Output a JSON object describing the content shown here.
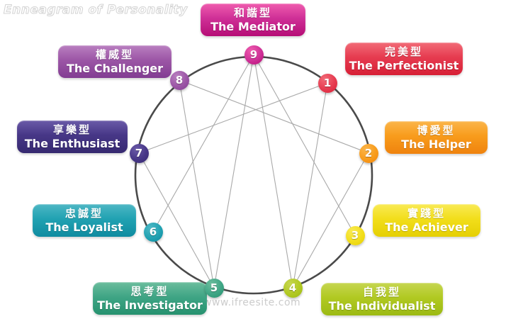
{
  "title": "Enneagram of Personality",
  "watermark": "www.ifreesite.com",
  "diagram": {
    "circle_color": "#4a4a4a",
    "chord_color": "#a9a9a9",
    "connections": [
      [
        "9",
        "3"
      ],
      [
        "9",
        "6"
      ],
      [
        "9",
        "4"
      ],
      [
        "9",
        "5"
      ],
      [
        "1",
        "7"
      ],
      [
        "1",
        "4"
      ],
      [
        "2",
        "8"
      ],
      [
        "2",
        "4"
      ],
      [
        "5",
        "7"
      ],
      [
        "5",
        "8"
      ]
    ]
  },
  "types": {
    "9": {
      "number": "9",
      "zh": "和諧型",
      "en": "The Mediator",
      "color_light": "#ef5bae",
      "color": "#cf3097",
      "color_dark": "#b60d76"
    },
    "1": {
      "number": "1",
      "zh": "完美型",
      "en": "The Perfectionist",
      "color_light": "#f26b77",
      "color": "#e63b50",
      "color_dark": "#d71f35"
    },
    "2": {
      "number": "2",
      "zh": "博愛型",
      "en": "The Helper",
      "color_light": "#fbb54a",
      "color": "#f89c1c",
      "color_dark": "#ef830e"
    },
    "3": {
      "number": "3",
      "zh": "實踐型",
      "en": "The Achiever",
      "color_light": "#f9ea55",
      "color": "#f2de1b",
      "color_dark": "#e5cf03"
    },
    "4": {
      "number": "4",
      "zh": "自我型",
      "en": "The Individualist",
      "color_light": "#c6d650",
      "color": "#b1c922",
      "color_dark": "#9cba14"
    },
    "5": {
      "number": "5",
      "zh": "思考型",
      "en": "The Investigator",
      "color_light": "#6bbd9d",
      "color": "#3fa585",
      "color_dark": "#27926f"
    },
    "6": {
      "number": "6",
      "zh": "忠誠型",
      "en": "The Loyalist",
      "color_light": "#4db7c4",
      "color": "#21a2b2",
      "color_dark": "#0f8ba0"
    },
    "7": {
      "number": "7",
      "zh": "享樂型",
      "en": "The Enthusiast",
      "color_light": "#6a5aa8",
      "color": "#473787",
      "color_dark": "#362970"
    },
    "8": {
      "number": "8",
      "zh": "權威型",
      "en": "The Challenger",
      "color_light": "#b97fc0",
      "color": "#9c56a6",
      "color_dark": "#823d92"
    }
  }
}
